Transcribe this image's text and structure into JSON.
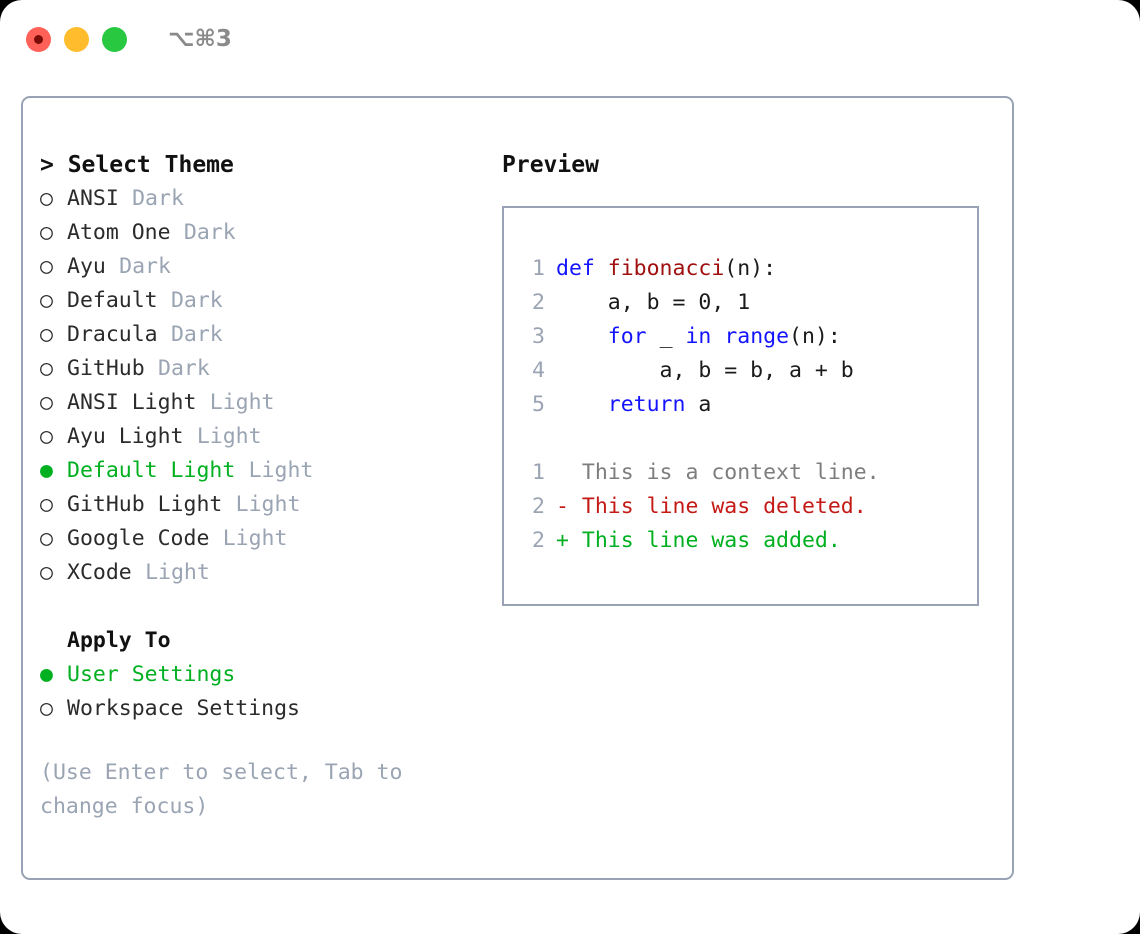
{
  "titlebar": {
    "traffic_lights": [
      {
        "name": "close",
        "color": "#ff6058",
        "active": true
      },
      {
        "name": "minimize",
        "color": "#ffbd2e",
        "active": false
      },
      {
        "name": "zoom",
        "color": "#28c840",
        "active": false
      }
    ],
    "shortcut": "⌥⌘3"
  },
  "theme_picker": {
    "heading": "> Select Theme",
    "items": [
      {
        "marker": "○",
        "name": "ANSI",
        "tag": "Dark",
        "selected": false
      },
      {
        "marker": "○",
        "name": "Atom One",
        "tag": "Dark",
        "selected": false
      },
      {
        "marker": "○",
        "name": "Ayu",
        "tag": "Dark",
        "selected": false
      },
      {
        "marker": "○",
        "name": "Default",
        "tag": "Dark",
        "selected": false
      },
      {
        "marker": "○",
        "name": "Dracula",
        "tag": "Dark",
        "selected": false
      },
      {
        "marker": "○",
        "name": "GitHub",
        "tag": "Dark",
        "selected": false
      },
      {
        "marker": "○",
        "name": "ANSI Light",
        "tag": "Light",
        "selected": false
      },
      {
        "marker": "○",
        "name": "Ayu Light",
        "tag": "Light",
        "selected": false
      },
      {
        "marker": "●",
        "name": "Default Light",
        "tag": "Light",
        "selected": true
      },
      {
        "marker": "○",
        "name": "GitHub Light",
        "tag": "Light",
        "selected": false
      },
      {
        "marker": "○",
        "name": "Google Code",
        "tag": "Light",
        "selected": false
      },
      {
        "marker": "○",
        "name": "XCode",
        "tag": "Light",
        "selected": false
      }
    ]
  },
  "apply_to": {
    "heading": "Apply To",
    "items": [
      {
        "marker": "●",
        "name": "User Settings",
        "selected": true
      },
      {
        "marker": "○",
        "name": "Workspace Settings",
        "selected": false
      }
    ]
  },
  "hint": "(Use Enter to select, Tab to change focus)",
  "preview": {
    "title": "Preview",
    "code_lines": [
      {
        "num": "1",
        "tokens": [
          {
            "text": "def ",
            "type": "kw"
          },
          {
            "text": "fibonacci",
            "type": "fn"
          },
          {
            "text": "(n):",
            "type": "plain"
          }
        ]
      },
      {
        "num": "2",
        "tokens": [
          {
            "text": "    a, b = 0, 1",
            "type": "plain"
          }
        ]
      },
      {
        "num": "3",
        "tokens": [
          {
            "text": "    ",
            "type": "plain"
          },
          {
            "text": "for",
            "type": "kw"
          },
          {
            "text": " _ ",
            "type": "plain"
          },
          {
            "text": "in",
            "type": "kw"
          },
          {
            "text": " ",
            "type": "plain"
          },
          {
            "text": "range",
            "type": "kw"
          },
          {
            "text": "(n):",
            "type": "plain"
          }
        ]
      },
      {
        "num": "4",
        "tokens": [
          {
            "text": "        a, b = b, a + b",
            "type": "plain"
          }
        ]
      },
      {
        "num": "5",
        "tokens": [
          {
            "text": "    ",
            "type": "plain"
          },
          {
            "text": "return",
            "type": "kw"
          },
          {
            "text": " a",
            "type": "plain"
          }
        ]
      }
    ],
    "diff_lines": [
      {
        "num": "1",
        "sign": "  ",
        "text": "This is a context line.",
        "type": "ctx"
      },
      {
        "num": "2",
        "sign": "- ",
        "text": "This line was deleted.",
        "type": "del"
      },
      {
        "num": "2",
        "sign": "+ ",
        "text": "This line was added.",
        "type": "add"
      }
    ]
  },
  "colors": {
    "accent_green": "#00b020",
    "diff_delete": "#c41a16",
    "diff_add": "#00b020",
    "keyword": "#1414ff",
    "function": "#a01010",
    "muted": "#9aa4b3",
    "border": "#99a3b5"
  }
}
